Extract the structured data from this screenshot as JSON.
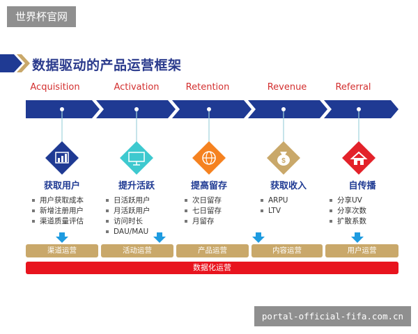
{
  "badge": "世界杯官网",
  "title": "数据驱动的产品运营框架",
  "stages": [
    {
      "label": "Acquisition",
      "name": "获取用户",
      "items": [
        "用户获取成本",
        "新增注册用户",
        "渠道质量评估"
      ],
      "op": "渠道运营",
      "color": "#1f3a93",
      "icon": "bar-chart-icon"
    },
    {
      "label": "Activation",
      "name": "提升活跃",
      "items": [
        "日活跃用户",
        "月活跃用户",
        "访问时长",
        "DAU/MAU"
      ],
      "op": "活动运营",
      "color": "#3ec9cf",
      "icon": "presentation-icon"
    },
    {
      "label": "Retention",
      "name": "提高留存",
      "items": [
        "次日留存",
        "七日留存",
        "月留存"
      ],
      "op": "产品运营",
      "color": "#f58220",
      "icon": "globe-icon"
    },
    {
      "label": "Revenue",
      "name": "获取收入",
      "items": [
        "ARPU",
        "LTV"
      ],
      "op": "内容运营",
      "color": "#c9a86a",
      "icon": "money-bag-icon"
    },
    {
      "label": "Referral",
      "name": "自传播",
      "items": [
        "分享UV",
        "分享次数",
        "扩散系数"
      ],
      "op": "用户运营",
      "color": "#e3222a",
      "icon": "house-icon"
    }
  ],
  "bottom_bar": "数据化运营",
  "watermark": "portal-official-fifa.com.cn"
}
